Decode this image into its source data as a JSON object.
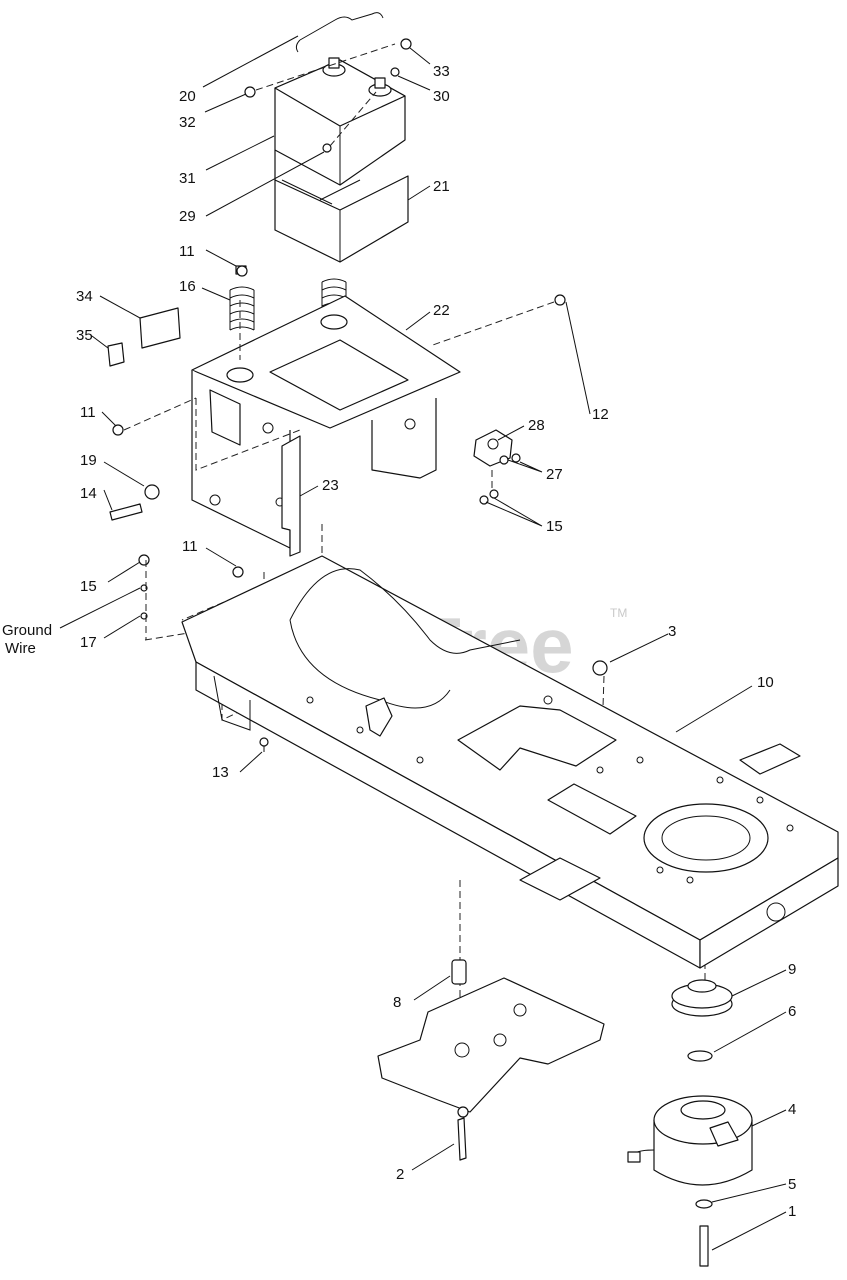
{
  "watermark": {
    "text": "PartsTree",
    "trademark": "TM"
  },
  "callouts": [
    {
      "id": "c20",
      "text": "20"
    },
    {
      "id": "c33",
      "text": "33"
    },
    {
      "id": "c32",
      "text": "32"
    },
    {
      "id": "c30",
      "text": "30"
    },
    {
      "id": "c31",
      "text": "31"
    },
    {
      "id": "c21",
      "text": "21"
    },
    {
      "id": "c29",
      "text": "29"
    },
    {
      "id": "c11a",
      "text": "11"
    },
    {
      "id": "c16",
      "text": "16"
    },
    {
      "id": "c34",
      "text": "34"
    },
    {
      "id": "c22",
      "text": "22"
    },
    {
      "id": "c35",
      "text": "35"
    },
    {
      "id": "c11b",
      "text": "11"
    },
    {
      "id": "c12",
      "text": "12"
    },
    {
      "id": "c28",
      "text": "28"
    },
    {
      "id": "c27",
      "text": "27"
    },
    {
      "id": "c19",
      "text": "19"
    },
    {
      "id": "c23",
      "text": "23"
    },
    {
      "id": "c14",
      "text": "14"
    },
    {
      "id": "c15a",
      "text": "15"
    },
    {
      "id": "c11c",
      "text": "11"
    },
    {
      "id": "c15b",
      "text": "15"
    },
    {
      "id": "cgw1",
      "text": "Ground"
    },
    {
      "id": "cgw2",
      "text": "Wire"
    },
    {
      "id": "c17",
      "text": "17"
    },
    {
      "id": "c3",
      "text": "3"
    },
    {
      "id": "c10",
      "text": "10"
    },
    {
      "id": "c13",
      "text": "13"
    },
    {
      "id": "c9",
      "text": "9"
    },
    {
      "id": "c8",
      "text": "8"
    },
    {
      "id": "c6",
      "text": "6"
    },
    {
      "id": "c4",
      "text": "4"
    },
    {
      "id": "c5",
      "text": "5"
    },
    {
      "id": "c2",
      "text": "2"
    },
    {
      "id": "c1",
      "text": "1"
    }
  ]
}
